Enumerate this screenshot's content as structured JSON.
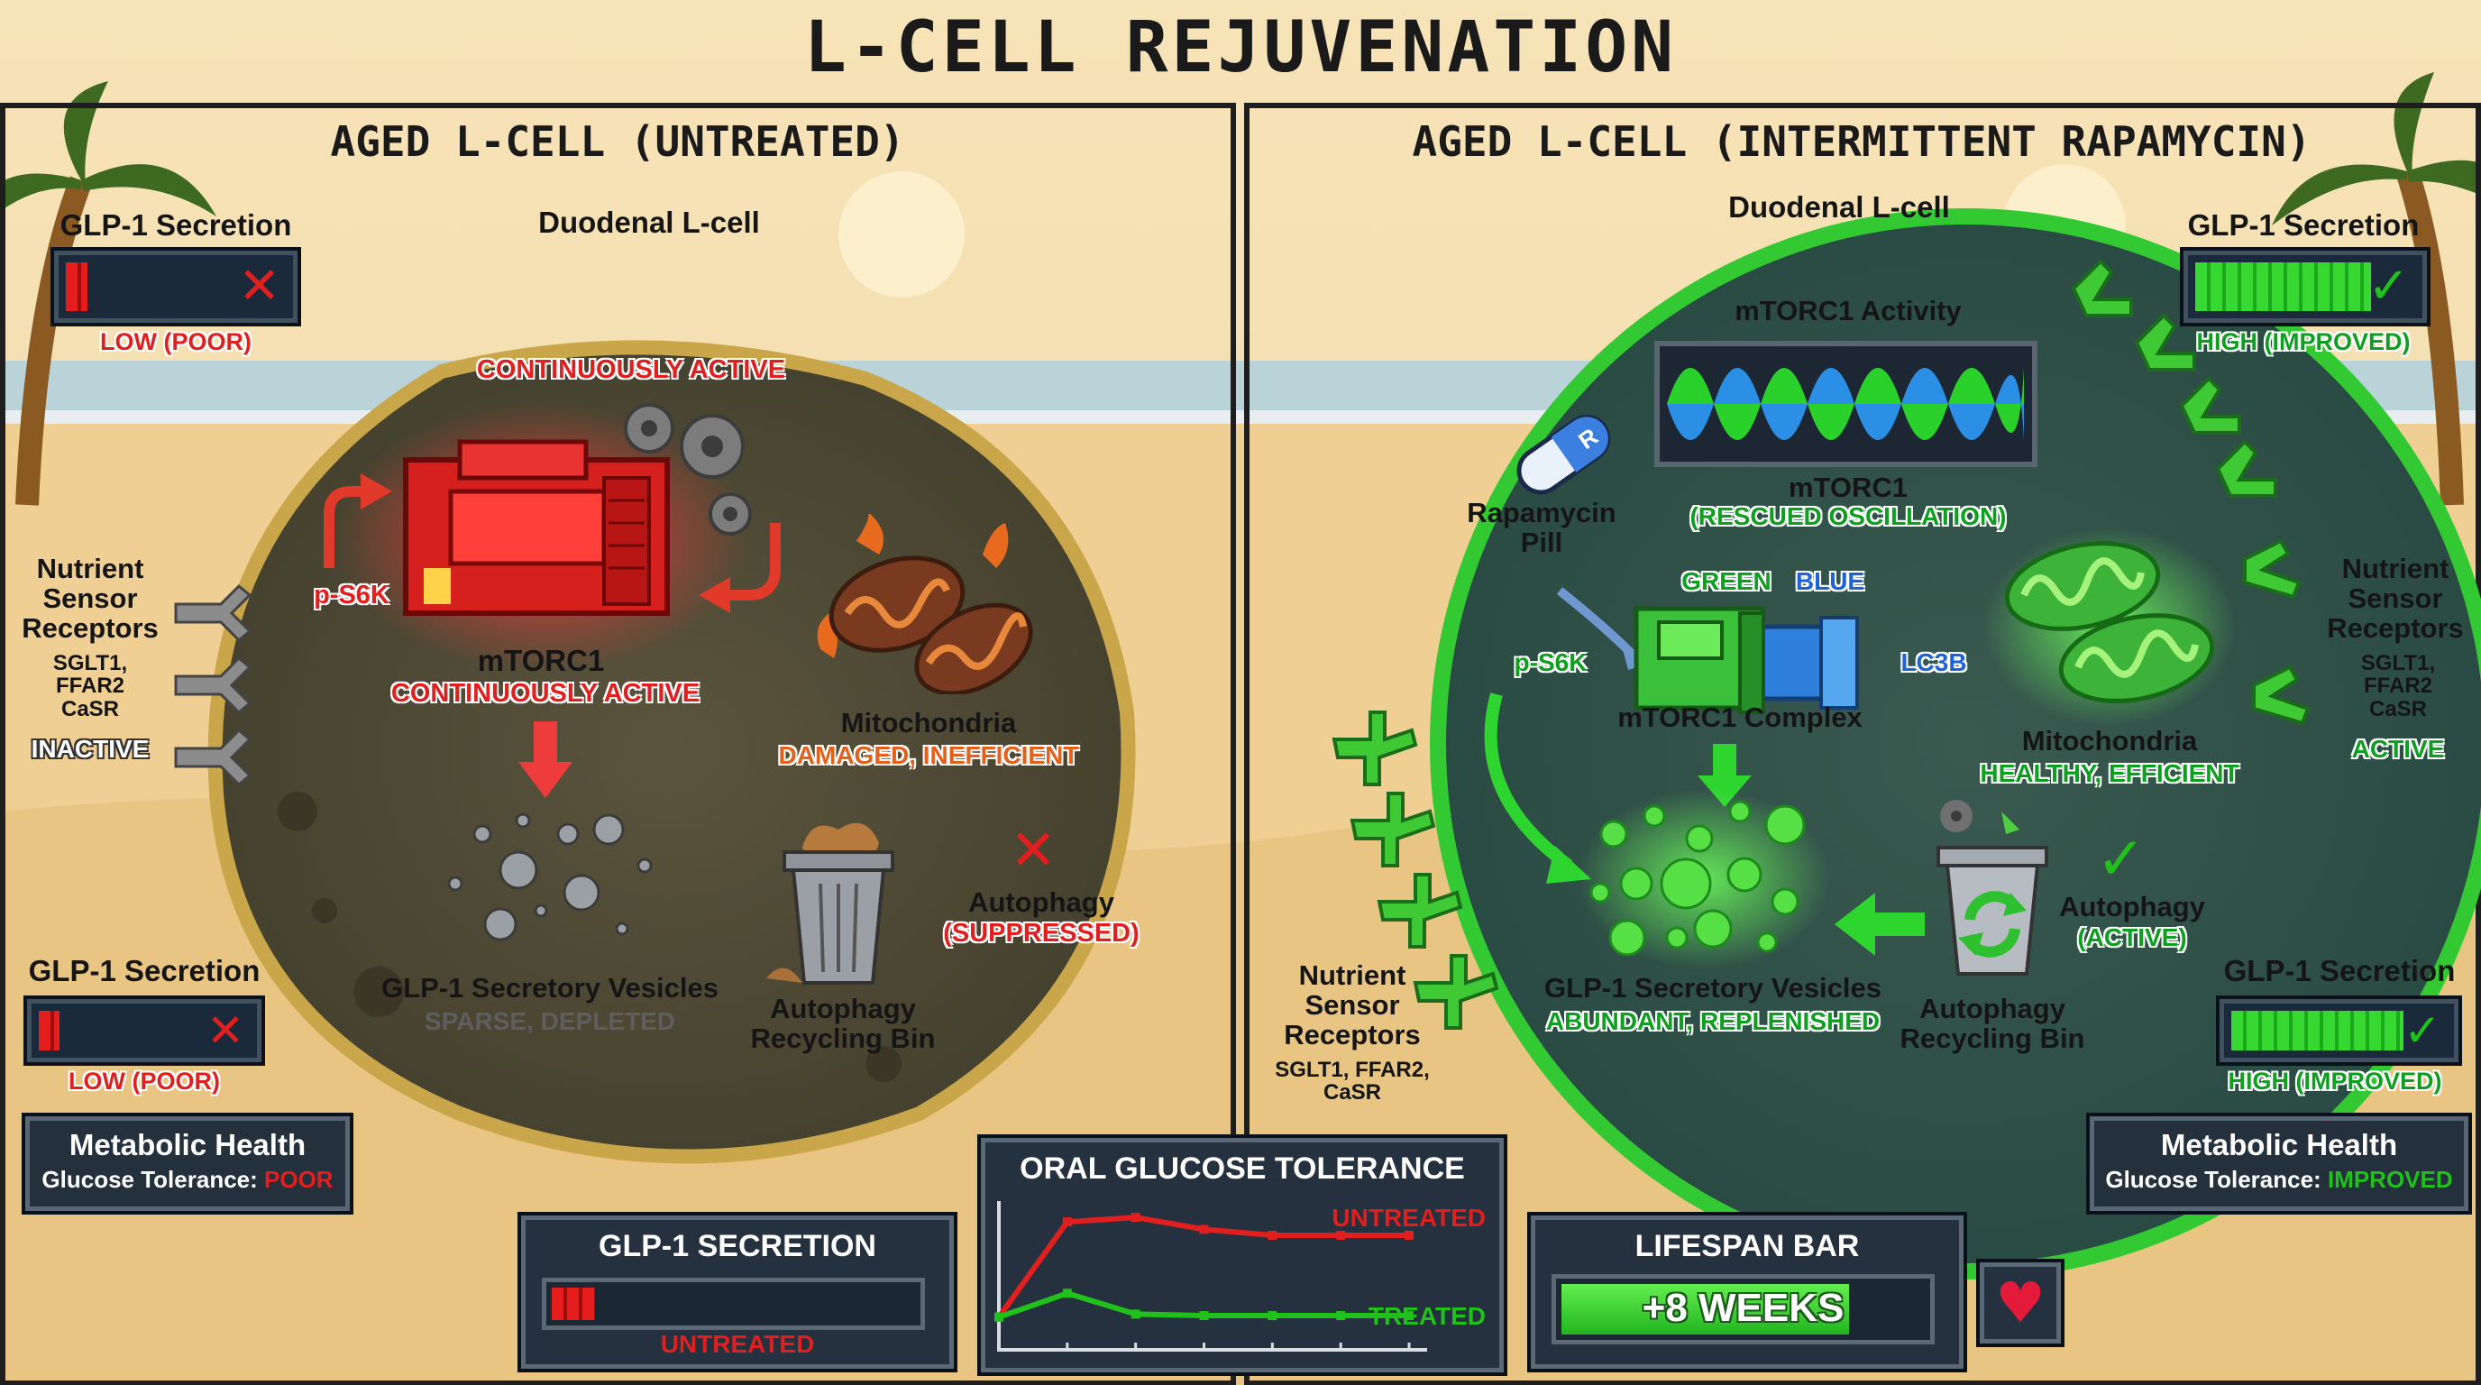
{
  "title": "L-CELL REJUVENATION",
  "colors": {
    "active_red": "#e11f1f",
    "healthy_green": "#21c11c",
    "rescue_blue": "#1b63d6",
    "inactive_grey": "#5e5e5e"
  },
  "left": {
    "panel_title": "AGED L-CELL (UNTREATED)",
    "cell_label": "Duodenal L-cell",
    "status_top": "CONTINUOUSLY ACTIVE",
    "mtorc1_label": "mTORC1",
    "mtorc1_status": "CONTINUOUSLY ACTIVE",
    "ps6k": "p-S6K",
    "mitochondria_label": "Mitochondria",
    "mitochondria_status": "DAMAGED, INEFFICIENT",
    "vesicles_label": "GLP-1 Secretory Vesicles",
    "vesicles_status": "SPARSE, DEPLETED",
    "autophagy_bin_label": "Autophagy\nRecycling Bin",
    "autophagy_label": "Autophagy",
    "autophagy_status": "(SUPPRESSED)",
    "autophagy_icon": "x-mark-icon",
    "receptors_label": "Nutrient\nSensor\nReceptors",
    "receptors_list": "SGLT1,\nFFAR2\nCaSR",
    "receptors_status": "INACTIVE",
    "glp1_top": {
      "label": "GLP-1 Secretion",
      "status": "LOW (POOR)",
      "level": 0.1,
      "icon": "x-mark-icon"
    },
    "glp1_bottom": {
      "label": "GLP-1 Secretion",
      "status": "LOW (POOR)",
      "level": 0.1,
      "icon": "x-mark-icon"
    },
    "metabolic": {
      "title": "Metabolic Health",
      "prefix": "Glucose Tolerance:",
      "value": "POOR"
    }
  },
  "right": {
    "panel_title": "AGED L-CELL (INTERMITTENT RAPAMYCIN)",
    "cell_label": "Duodenal L-cell",
    "activity_title": "mTORC1 Activity",
    "mtorc1_label": "mTORC1",
    "mtorc1_status": "(RESCUED OSCILLATION)",
    "pill_label": "Rapamycin\nPill",
    "pill_letter": "R",
    "green_tag": "GREEN",
    "blue_tag": "BLUE",
    "ps6k": "p-S6K",
    "lc3b": "LC3B",
    "complex_label": "mTORC1 Complex",
    "mitochondria_label": "Mitochondria",
    "mitochondria_status": "HEALTHY, EFFICIENT",
    "vesicles_label": "GLP-1 Secretory Vesicles",
    "vesicles_status": "ABUNDANT, REPLENISHED",
    "autophagy_bin_label": "Autophagy\nRecycling Bin",
    "autophagy_label": "Autophagy",
    "autophagy_status": "(ACTIVE)",
    "autophagy_icon": "check-mark-icon",
    "receptors_label": "Nutrient\nSensor\nReceptors",
    "receptors_list": "SGLT1,\nFFAR2\nCaSR",
    "receptors_status": "ACTIVE",
    "receptors_bottom_label": "Nutrient\nSensor\nReceptors",
    "receptors_bottom_list": "SGLT1, FFAR2,\nCaSR",
    "glp1_top": {
      "label": "GLP-1 Secretion",
      "status": "HIGH (IMPROVED)",
      "level": 0.8,
      "icon": "check-mark-icon"
    },
    "glp1_bottom": {
      "label": "GLP-1 Secretion",
      "status": "HIGH (IMPROVED)",
      "level": 0.8,
      "icon": "check-mark-icon"
    },
    "metabolic": {
      "title": "Metabolic Health",
      "prefix": "Glucose Tolerance:",
      "value": "IMPROVED"
    }
  },
  "bottom": {
    "glp1_secretion": {
      "title": "GLP-1 SECRETION",
      "status": "UNTREATED",
      "level": 0.12
    },
    "lifespan": {
      "title": "LIFESPAN BAR",
      "value": "+8 WEEKS",
      "level": 0.8,
      "icon": "heart-icon"
    }
  },
  "chart_data": {
    "type": "line",
    "title": "ORAL GLUCOSE TOLERANCE",
    "xlabel": "",
    "ylabel": "",
    "grid": false,
    "x": [
      0,
      1,
      2,
      3,
      4,
      5,
      6
    ],
    "ylim": [
      0,
      10
    ],
    "series": [
      {
        "name": "UNTREATED",
        "color": "#e11f1f",
        "values": [
          2.2,
          8.6,
          8.9,
          8.1,
          7.7,
          7.7,
          7.7
        ]
      },
      {
        "name": "TREATED",
        "color": "#21c11c",
        "values": [
          2.2,
          3.8,
          2.4,
          2.3,
          2.3,
          2.3,
          2.3
        ]
      }
    ]
  }
}
